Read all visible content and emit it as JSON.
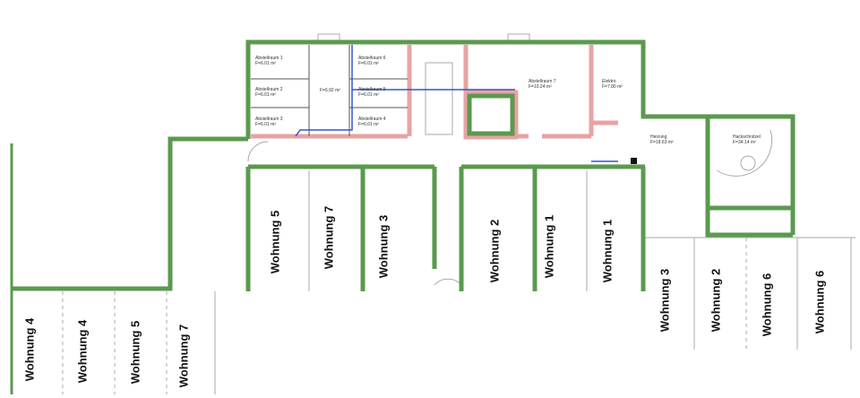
{
  "colors": {
    "exterior_wall": "#5a9a4e",
    "interior_wall": "#e8a3a3",
    "pipe": "#3355cc",
    "line": "#999999"
  },
  "rooms": [
    {
      "name": "Abstellraum 1",
      "area": "F=6.01 m²"
    },
    {
      "name": "Abstellraum 2",
      "area": "F=6.01 m²"
    },
    {
      "name": "Abstellraum 3",
      "area": "F=6.01 m²"
    },
    {
      "name": "Abstellraum 6",
      "area": "F=6.01 m²"
    },
    {
      "name": "Abstellraum 5",
      "area": "F=6.01 m²"
    },
    {
      "name": "Abstellraum 4",
      "area": "F=6.01 m²"
    },
    {
      "name": "",
      "area": "F=6.92 m²"
    },
    {
      "name": "Abstellraum 7",
      "area": "F=10.24 m²"
    },
    {
      "name": "Elektro",
      "area": "F=7.80 m²"
    },
    {
      "name": "Heizung",
      "area": "F=18.63 m²"
    },
    {
      "name": "Hackschnitzel",
      "area": "F=34.14 m²"
    }
  ],
  "parking_labels": [
    "Wohnung 5",
    "Wohnung 7",
    "Wohnung 3",
    "Wohnung 2",
    "Wohnung 1",
    "Wohnung 1",
    "Wohnung 3",
    "Wohnung 2",
    "Wohnung 6",
    "Wohnung 6",
    "Wohnung 4",
    "Wohnung 4",
    "Wohnung 5",
    "Wohnung 7"
  ]
}
